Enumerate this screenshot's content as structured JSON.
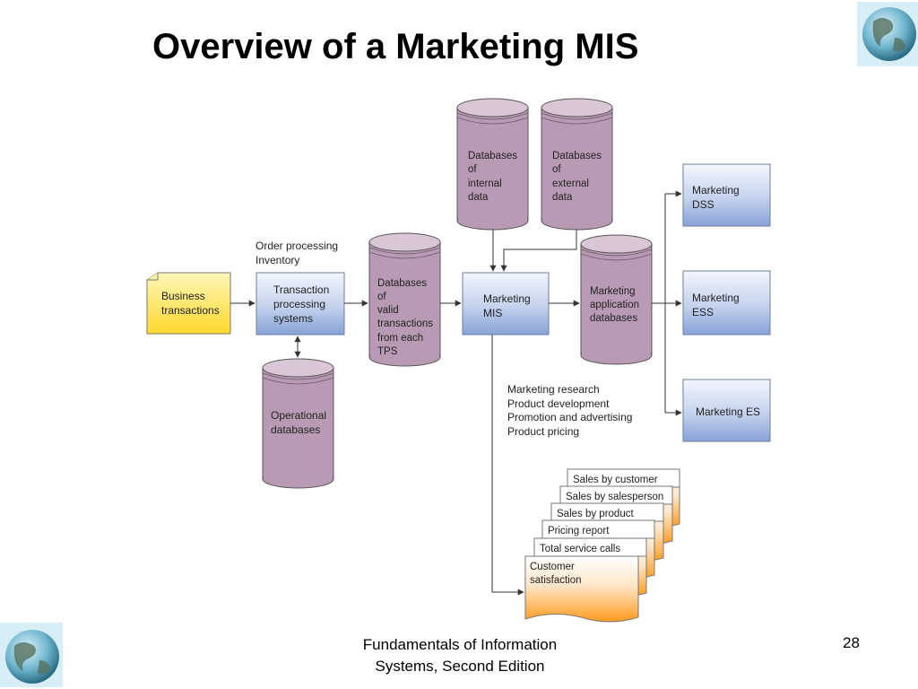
{
  "title": "Overview of a Marketing MIS",
  "footer": {
    "line1": "Fundamentals of Information",
    "line2": "Systems, Second Edition",
    "page_number": "28"
  },
  "diagram": {
    "business_transactions": [
      "Business",
      "transactions"
    ],
    "tps_note": [
      "Order processing",
      "Inventory"
    ],
    "tps": [
      "Transaction",
      "processing",
      "systems"
    ],
    "operational_db": [
      "Operational",
      "databases"
    ],
    "valid_tx_db": [
      "Databases",
      "of",
      "valid",
      "transactions",
      "from each",
      "TPS"
    ],
    "internal_db": [
      "Databases",
      "of",
      "internal",
      "data"
    ],
    "external_db": [
      "Databases",
      "of",
      "external",
      "data"
    ],
    "marketing_mis": [
      "Marketing",
      "MIS"
    ],
    "app_db": [
      "Marketing",
      "application",
      "databases"
    ],
    "dss": [
      "Marketing",
      "DSS"
    ],
    "ess": [
      "Marketing",
      "ESS"
    ],
    "es": [
      "Marketing ES"
    ],
    "uses": [
      "Marketing research",
      "Product development",
      "Promotion and advertising",
      "Product pricing"
    ],
    "reports": [
      "Sales by customer",
      "Sales by salesperson",
      "Sales by product",
      "Pricing report",
      "Total service calls",
      "Customer"
    ],
    "report_last_line2": "satisfaction"
  },
  "colors": {
    "cylinder": "#b89ab4",
    "box_top": "#eef2fa",
    "box_bottom": "#8aa4d6",
    "note": "#ffe14a",
    "report_bottom": "#ff9a1e"
  }
}
